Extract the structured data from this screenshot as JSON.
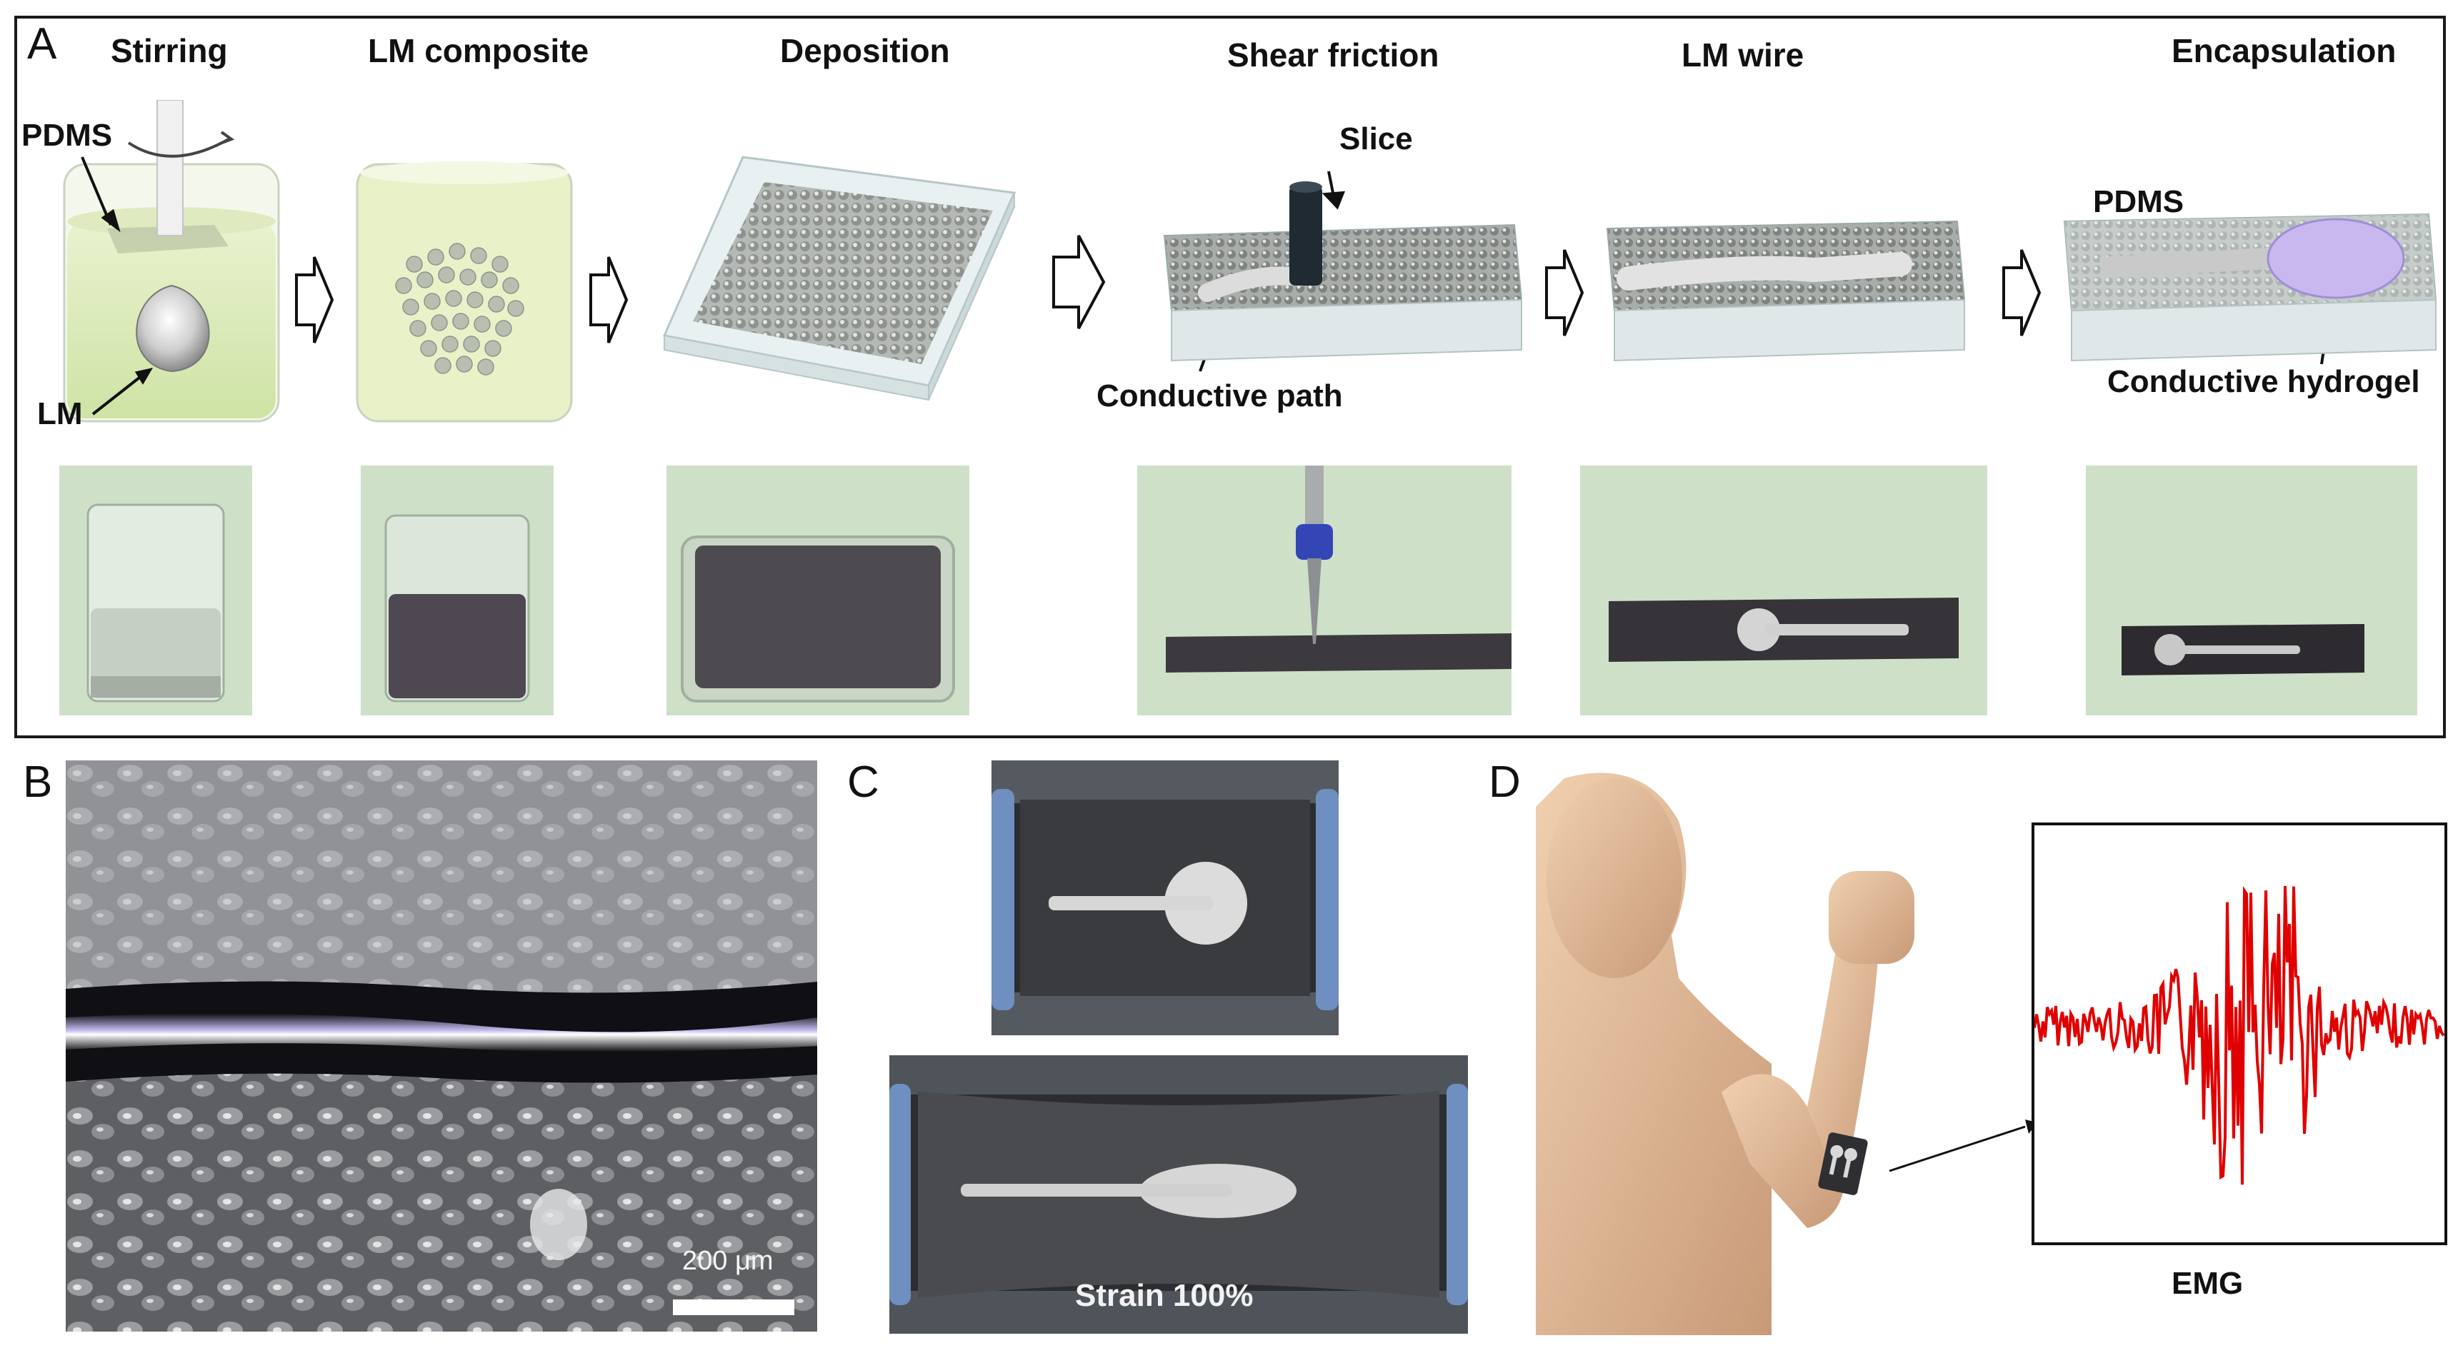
{
  "panels": {
    "a": "A",
    "b": "B",
    "c": "C",
    "d": "D"
  },
  "steps": [
    {
      "title": "Stirring"
    },
    {
      "title": "LM composite"
    },
    {
      "title": "Deposition"
    },
    {
      "title": "Shear friction"
    },
    {
      "title": "LM wire"
    },
    {
      "title": "Encapsulation"
    }
  ],
  "callouts": {
    "pdms_1": "PDMS",
    "lm": "LM",
    "slice": "Slice",
    "conductive_path": "Conductive path",
    "pdms_2": "PDMS",
    "conductive_hydrogel": "Conductive hydrogel"
  },
  "panel_b": {
    "scale_bar": "200 μm"
  },
  "panel_c": {
    "strain": "Strain 100%"
  },
  "panel_d": {
    "signal_label": "EMG"
  },
  "colors": {
    "emg_signal": "#e00000",
    "photo_background": "#cfe0c9",
    "hydrogel": "#c9b8f0",
    "pdms_liquid": "#dcebb8",
    "lm_metal": "#c8c8c8",
    "frame": "#1a1a1a",
    "skin": "#e8c4a2"
  }
}
